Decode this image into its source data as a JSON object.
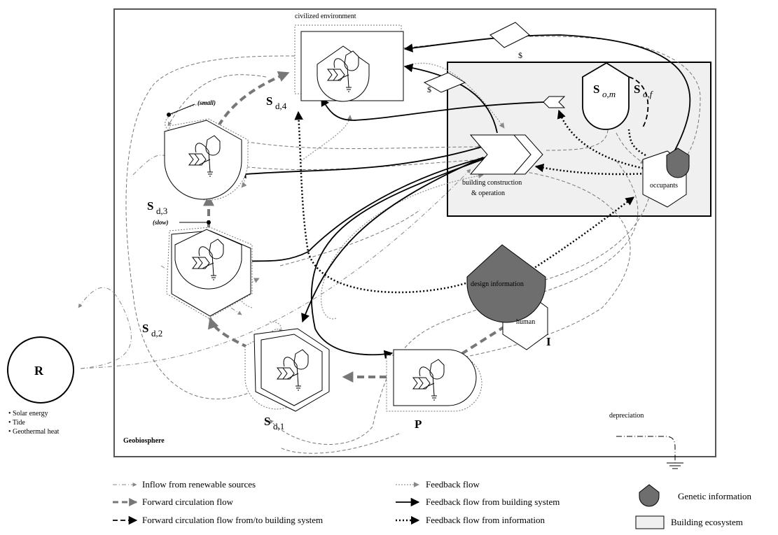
{
  "regions": {
    "geobiosphere": "Geobiosphere",
    "civilized_environment": "civilized environment",
    "building_construction": [
      "building construction",
      "& operation"
    ],
    "occupants": "occupants",
    "design_information": "design information",
    "human": "human",
    "depreciation": "depreciation"
  },
  "nodes": {
    "s_d4": {
      "main": "S",
      "sub": "d,4"
    },
    "s_d3": {
      "main": "S",
      "sub": "d,3"
    },
    "s_d2": {
      "main": "S",
      "sub": "d,2"
    },
    "s_d1": {
      "main": "S",
      "sub": "d,1"
    },
    "s_om": {
      "main": "S",
      "sub": "o,m"
    },
    "s_of": {
      "main": "S",
      "sub": "o,f"
    },
    "p": "P",
    "i": "I",
    "r": "R"
  },
  "annotations": {
    "small": "(small)",
    "slow": "(slow)",
    "dollar_1": "$",
    "dollar_2": "$"
  },
  "renewable_sources": [
    "• Solar energy",
    "• Tide",
    "• Geothermal heat"
  ],
  "legend": [
    {
      "label": "Inflow from renewable sources"
    },
    {
      "label": "Forward circulation flow"
    },
    {
      "label": "Forward circulation flow from/to building system"
    },
    {
      "label": "Feedback flow"
    },
    {
      "label": "Feedback flow from building system"
    },
    {
      "label": "Feedback flow from  information"
    },
    {
      "label": "Genetic information"
    },
    {
      "label": "Building ecosystem"
    }
  ],
  "colors": {
    "frame": "#555555",
    "building_fill": "#f0f0f0",
    "genetic_fill": "#6e6e6e",
    "forward_flow": "#777777",
    "renewable_flow": "#888888",
    "feedback_flow": "#999999"
  }
}
